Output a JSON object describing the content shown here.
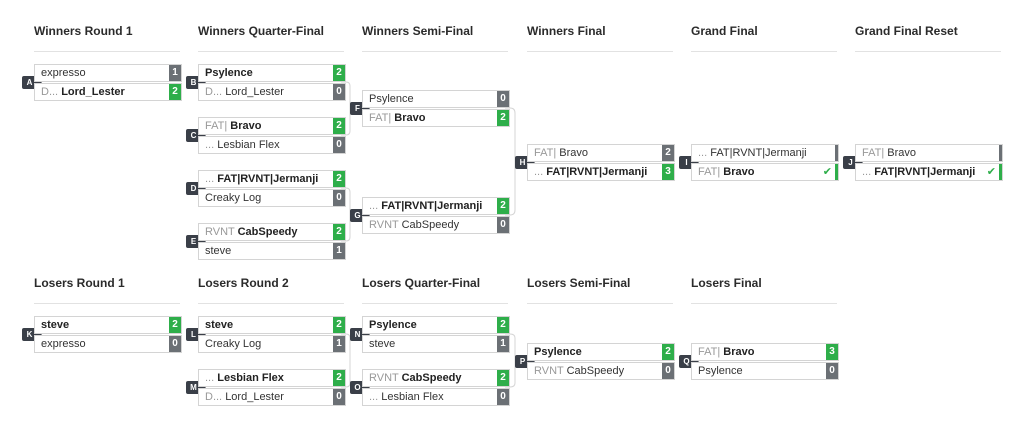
{
  "headers": {
    "wr1": "Winners Round 1",
    "wqf": "Winners Quarter-Final",
    "wsf": "Winners Semi-Final",
    "wf": "Winners Final",
    "gf": "Grand Final",
    "gfr": "Grand Final Reset",
    "lr1": "Losers Round 1",
    "lr2": "Losers Round 2",
    "lqf": "Losers Quarter-Final",
    "lsf": "Losers Semi-Final",
    "lf": "Losers Final"
  },
  "matches": {
    "A": {
      "tag": "A",
      "p1": {
        "prefix": "",
        "name": "expresso",
        "score": "1"
      },
      "p2": {
        "prefix": "D...",
        "name": "Lord_Lester",
        "score": "2"
      }
    },
    "B": {
      "tag": "B",
      "p1": {
        "prefix": "",
        "name": "Psylence",
        "score": "2"
      },
      "p2": {
        "prefix": "D...",
        "name": "Lord_Lester",
        "score": "0"
      }
    },
    "C": {
      "tag": "C",
      "p1": {
        "prefix": "FAT|",
        "name": "Bravo",
        "score": "2"
      },
      "p2": {
        "prefix": "...",
        "name": "Lesbian Flex",
        "score": "0"
      }
    },
    "D": {
      "tag": "D",
      "p1": {
        "prefix": "...",
        "name": "FAT|RVNT|Jermanji",
        "score": "2"
      },
      "p2": {
        "prefix": "",
        "name": "Creaky Log",
        "score": "0"
      }
    },
    "E": {
      "tag": "E",
      "p1": {
        "prefix": "RVNT",
        "name": "CabSpeedy",
        "score": "2"
      },
      "p2": {
        "prefix": "",
        "name": "steve",
        "score": "1"
      }
    },
    "F": {
      "tag": "F",
      "p1": {
        "prefix": "",
        "name": "Psylence",
        "score": "0"
      },
      "p2": {
        "prefix": "FAT|",
        "name": "Bravo",
        "score": "2"
      }
    },
    "G": {
      "tag": "G",
      "p1": {
        "prefix": "...",
        "name": "FAT|RVNT|Jermanji",
        "score": "2"
      },
      "p2": {
        "prefix": "RVNT",
        "name": "CabSpeedy",
        "score": "0"
      }
    },
    "H": {
      "tag": "H",
      "p1": {
        "prefix": "FAT|",
        "name": "Bravo",
        "score": "2"
      },
      "p2": {
        "prefix": "...",
        "name": "FAT|RVNT|Jermanji",
        "score": "3"
      }
    },
    "I": {
      "tag": "I",
      "p1": {
        "prefix": "...",
        "name": "FAT|RVNT|Jermanji",
        "score": ""
      },
      "p2": {
        "prefix": "FAT|",
        "name": "Bravo",
        "score": "✔"
      }
    },
    "J": {
      "tag": "J",
      "p1": {
        "prefix": "FAT|",
        "name": "Bravo",
        "score": ""
      },
      "p2": {
        "prefix": "...",
        "name": "FAT|RVNT|Jermanji",
        "score": "✔"
      }
    },
    "K": {
      "tag": "K",
      "p1": {
        "prefix": "",
        "name": "steve",
        "score": "2"
      },
      "p2": {
        "prefix": "",
        "name": "expresso",
        "score": "0"
      }
    },
    "L": {
      "tag": "L",
      "p1": {
        "prefix": "",
        "name": "steve",
        "score": "2"
      },
      "p2": {
        "prefix": "",
        "name": "Creaky Log",
        "score": "1"
      }
    },
    "M": {
      "tag": "M",
      "p1": {
        "prefix": "...",
        "name": "Lesbian Flex",
        "score": "2"
      },
      "p2": {
        "prefix": "D...",
        "name": "Lord_Lester",
        "score": "0"
      }
    },
    "N": {
      "tag": "N",
      "p1": {
        "prefix": "",
        "name": "Psylence",
        "score": "2"
      },
      "p2": {
        "prefix": "",
        "name": "steve",
        "score": "1"
      }
    },
    "O": {
      "tag": "O",
      "p1": {
        "prefix": "RVNT",
        "name": "CabSpeedy",
        "score": "2"
      },
      "p2": {
        "prefix": "...",
        "name": "Lesbian Flex",
        "score": "0"
      }
    },
    "P": {
      "tag": "P",
      "p1": {
        "prefix": "",
        "name": "Psylence",
        "score": "2"
      },
      "p2": {
        "prefix": "RVNT",
        "name": "CabSpeedy",
        "score": "0"
      }
    },
    "Q": {
      "tag": "Q",
      "p1": {
        "prefix": "FAT|",
        "name": "Bravo",
        "score": "3"
      },
      "p2": {
        "prefix": "",
        "name": "Psylence",
        "score": "0"
      }
    }
  },
  "icons": {
    "check": "check-icon"
  },
  "colors": {
    "win": "#2eae4a",
    "loss": "#6b7075",
    "tag": "#3a3f48"
  }
}
